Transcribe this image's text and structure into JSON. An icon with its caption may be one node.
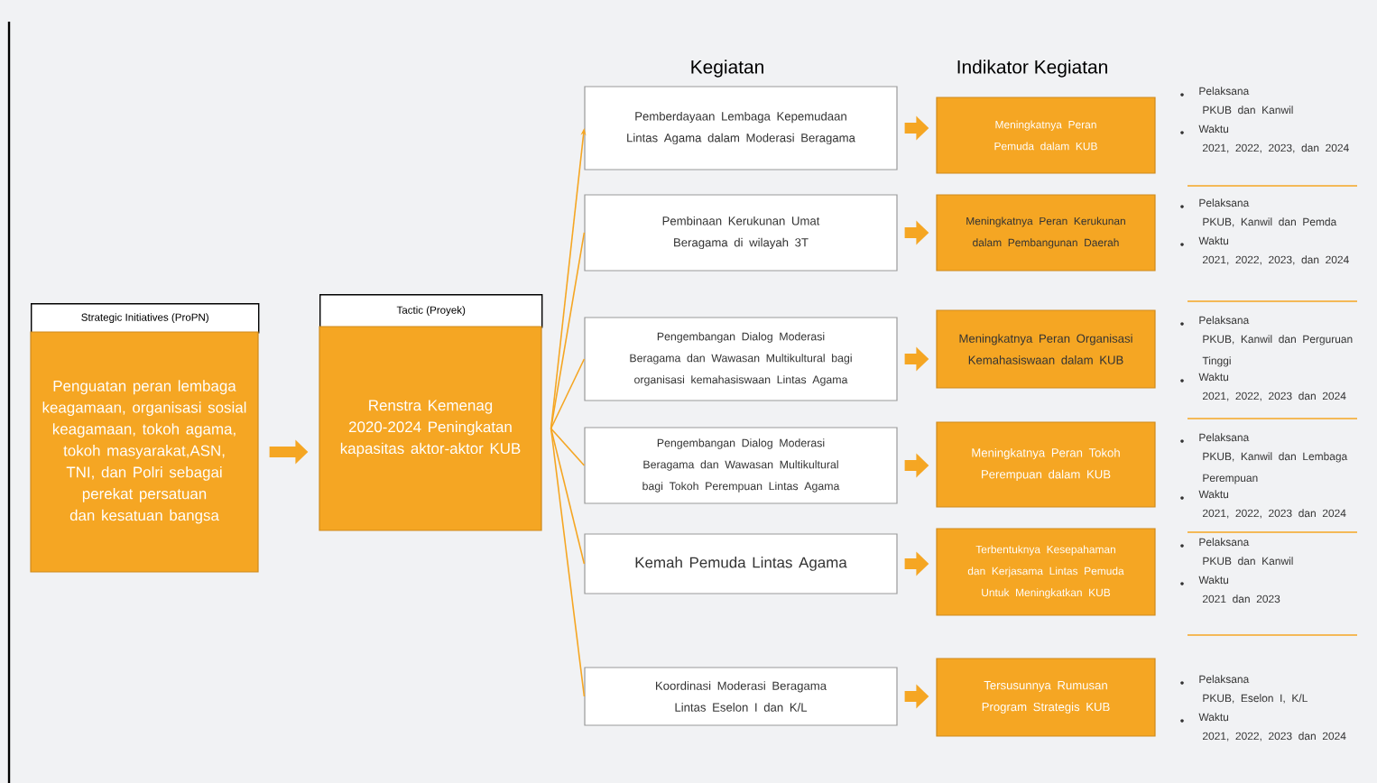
{
  "diagram": {
    "nodes": [
      {
        "text": [
          "Strategic Initiatives (ProPN)",
          "Penguatan peran lembaga keagamaan, organisasi sosial keagamaan, tokoh agama, tokoh masyarakat,ASN, TNI, dan Polri sebagai perekat persatuan dan kesatuan bangsa"
        ]
      },
      {
        "text": [
          "Tactic (Proyek)",
          "Renstra Kemenag 2020-2024 Peningkatan kapasitas aktor-aktor KUB"
        ]
      },
      {
        "text": [
          "Pemberdayaan Lembaga Kepemudaan Lintas Agama dalam Moderasi Beragama"
        ]
      },
      {
        "text": [
          "Pembinaan Kerukunan Umat Beragama di wilayah 3T"
        ]
      },
      {
        "text": [
          "Pengembangan Dialog Moderasi Beragama dan Wawasan Multikultural bagi organisasi kemahasiswaan Lintas Agama"
        ]
      },
      {
        "text": [
          "Pengembangan Dialog Moderasi Beragama dan Wawasan Multikultural bagi Tokoh Perempuan Lintas Agama"
        ]
      },
      {
        "text": [
          "Kemah Pemuda Lintas Agama"
        ]
      },
      {
        "text": [
          "Koordinasi Moderasi Beragama Lintas Eselon I dan K/L"
        ]
      },
      {
        "text": [
          "Meningkatnya Peran Pemuda dalam KUB"
        ]
      },
      {
        "text": [
          "Meningkatnya Peran Kerukunan dalam Pembangunan Daerah"
        ]
      },
      {
        "text": [
          "Meningkatnya Peran Organisasi Kemahasiswaan dalam KUB"
        ]
      },
      {
        "text": [
          "Meningkatnya Peran Tokoh Perempuan dalam KUB"
        ]
      },
      {
        "text": [
          "Terbentuknya Kesepahaman dan Kerjasama Lintas Pemuda Untuk Meningkatkan KUB"
        ]
      },
      {
        "text": [
          "Tersusunnya Rumusan Program Strategis KUB"
        ]
      }
    ],
    "edges": [
      {
        "from": 0,
        "to": 1,
        "arrow": "to"
      },
      {
        "from": 1,
        "to": 2,
        "arrow": "to"
      },
      {
        "from": 1,
        "to": 3,
        "arrow": "none"
      },
      {
        "from": 1,
        "to": 4,
        "arrow": "none"
      },
      {
        "from": 1,
        "to": 5,
        "arrow": "none"
      },
      {
        "from": 1,
        "to": 6,
        "arrow": "none"
      },
      {
        "from": 1,
        "to": 7,
        "arrow": "none"
      },
      {
        "from": 2,
        "to": 8,
        "arrow": "to"
      },
      {
        "from": 3,
        "to": 9,
        "arrow": "to"
      },
      {
        "from": 4,
        "to": 10,
        "arrow": "to"
      },
      {
        "from": 5,
        "to": 11,
        "arrow": "to"
      },
      {
        "from": 6,
        "to": 12,
        "arrow": "to"
      },
      {
        "from": 7,
        "to": 13,
        "arrow": "to"
      }
    ],
    "labels": [
      "Kegiatan",
      "Indikator Kegiatan",
      "Pelaksana",
      "PKUB dan Kanwil",
      "Waktu",
      "2021, 2022, 2023, dan 2024",
      "Pelaksana",
      "PKUB, Kanwil dan Pemda",
      "Waktu",
      "2021, 2022, 2023, dan 2024",
      "Pelaksana",
      "PKUB, Kanwil dan Perguruan Tinggi",
      "Waktu",
      "2021, 2022, 2023 dan 2024",
      "Pelaksana",
      "PKUB, Kanwil dan Lembaga Perempuan",
      "Waktu",
      "2021, 2022, 2023 dan 2024",
      "Pelaksana",
      "PKUB dan Kanwil",
      "Waktu",
      "2021 dan 2023",
      "Pelaksana",
      "PKUB, Eselon I, K/L",
      "Waktu",
      "2021, 2022, 2023 dan 2024"
    ]
  }
}
